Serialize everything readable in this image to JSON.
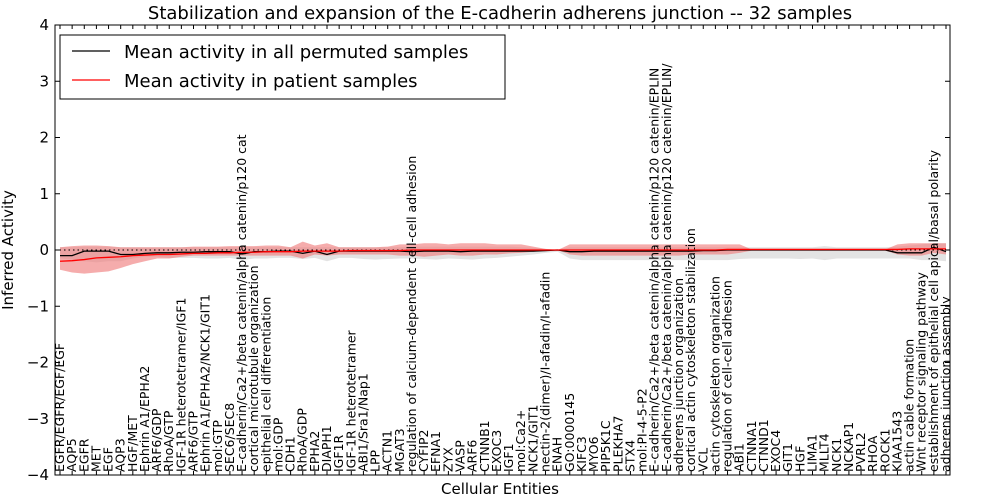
{
  "chart_data": {
    "type": "line",
    "title": "Stabilization and expansion of the E-cadherin adherens junction -- 32 samples",
    "xlabel": "Cellular Entities",
    "ylabel": "Inferred Activity",
    "ylim": [
      -4,
      4
    ],
    "yticks": [
      "-4",
      "-3",
      "-2",
      "-1",
      "0",
      "1",
      "2",
      "3",
      "4"
    ],
    "legend_placement": "top-left",
    "grid": false,
    "colors": {
      "permuted": "#000000",
      "patient": "#ff0000",
      "permuted_band": "#d9d9d9",
      "patient_band": "#f08080"
    },
    "categories": [
      "EGFR/EGFR/EGF/EGF",
      "AQP5",
      "EGFR",
      "MET",
      "EGF",
      "AQP3",
      "HGF/MET",
      "Ephrin A1/EPHA2",
      "ARF6/GDP",
      "RhoA/GTP",
      "IGF-1R heterotetramer/IGF1",
      "ARF6/GTP",
      "Ephrin A1/EPHA2/NCK1/GIT1",
      "mol:GTP",
      "SEC6/SEC8",
      "E-cadherin/Ca2+/beta catenin/alpha catenin/p120 cat",
      "cortical microtubule organization",
      "epithelial cell differentiation",
      "mol:GDP",
      "CDH1",
      "RhoA/GDP",
      "EPHA2",
      "DIAPH1",
      "IGF1R",
      "IGF-1R heterotetramer",
      "ABI1/Sra1/Nap1",
      "LPP",
      "ACTN1",
      "MGAT3",
      "regulation of calcium-dependent cell-cell adhesion",
      "CYFIP2",
      "EFNA1",
      "ZYX",
      "VASP",
      "ARF6",
      "CTNNB1",
      "EXOC3",
      "IGF1",
      "mol:Ca2+",
      "NCK1/GIT1",
      "nectin-2(dimer)/I-afadin/I-afadin",
      "ENAH",
      "GO:0000145",
      "KIFC3",
      "MYO6",
      "PIP5K1C",
      "PLEKHA7",
      "STX4",
      "mol:PI-4-5-P2",
      "E-cadherin/Ca2+/beta catenin/alpha catenin/p120 catenin/EPLIN",
      "E-cadherin/Ca2+/beta catenin/alpha catenin/p120 catenin/EPLIN/",
      "adherens junction organization",
      "cortical actin cytoskeleton stabilization",
      "VCL",
      "actin cytoskeleton organization",
      "regulation of cell-cell adhesion",
      "ABI1",
      "CTNNA1",
      "CTNND1",
      "EXOC4",
      "GIT1",
      "HGF",
      "LIMA1",
      "MLLT4",
      "NCK1",
      "NCKAP1",
      "PVRL2",
      "RHOA",
      "ROCK1",
      "KIAA1543",
      "actin cable formation",
      "Wnt receptor signaling pathway",
      "establishment of epithelial cell apical/basal polarity",
      "adherens junction assembly"
    ],
    "series": [
      {
        "name": "Mean activity in all permuted samples",
        "values": [
          -0.1,
          -0.1,
          -0.02,
          -0.02,
          -0.02,
          -0.08,
          -0.08,
          -0.06,
          -0.05,
          -0.05,
          -0.04,
          -0.04,
          -0.03,
          -0.03,
          -0.03,
          -0.07,
          -0.03,
          -0.03,
          -0.02,
          -0.02,
          -0.06,
          -0.02,
          -0.08,
          -0.02,
          -0.02,
          -0.02,
          -0.02,
          -0.02,
          -0.02,
          -0.03,
          -0.02,
          -0.02,
          -0.02,
          -0.03,
          -0.02,
          -0.02,
          -0.02,
          -0.02,
          -0.02,
          -0.02,
          -0.01,
          0.0,
          -0.03,
          -0.03,
          -0.02,
          -0.02,
          -0.02,
          -0.02,
          -0.02,
          -0.02,
          -0.02,
          -0.02,
          -0.02,
          -0.01,
          -0.01,
          0,
          0,
          0,
          0,
          0,
          0,
          0,
          0,
          0,
          0,
          0,
          0,
          0,
          0,
          -0.05,
          -0.05,
          -0.05,
          0.05,
          -0.03
        ],
        "upper": [
          0.05,
          0.05,
          0.06,
          0.06,
          0.06,
          0.05,
          0.05,
          0.05,
          0.05,
          0.05,
          0.05,
          0.05,
          0.05,
          0.05,
          0.05,
          0.05,
          0.05,
          0.05,
          0.05,
          0.05,
          0.05,
          0.05,
          0.05,
          0.05,
          0.05,
          0.05,
          0.05,
          0.05,
          0.05,
          0.06,
          0.06,
          0.06,
          0.06,
          0.06,
          0.06,
          0.06,
          0.06,
          0.06,
          0.05,
          0.04,
          0.02,
          0.01,
          0.05,
          0.05,
          0.05,
          0.05,
          0.05,
          0.05,
          0.05,
          0.05,
          0.05,
          0.05,
          0.05,
          0.05,
          0.05,
          0.05,
          0.05,
          0.05,
          0.05,
          0.05,
          0.05,
          0.05,
          0.05,
          0.07,
          0.05,
          0.05,
          0.05,
          0.05,
          0.05,
          0.06,
          0.08,
          0.1,
          0.12,
          0.12
        ],
        "lower": [
          -0.15,
          -0.17,
          -0.2,
          -0.22,
          -0.2,
          -0.2,
          -0.15,
          -0.12,
          -0.12,
          -0.14,
          -0.14,
          -0.14,
          -0.15,
          -0.15,
          -0.14,
          -0.18,
          -0.15,
          -0.15,
          -0.14,
          -0.14,
          -0.16,
          -0.14,
          -0.2,
          -0.14,
          -0.14,
          -0.16,
          -0.17,
          -0.16,
          -0.15,
          -0.15,
          -0.16,
          -0.17,
          -0.15,
          -0.16,
          -0.17,
          -0.15,
          -0.14,
          -0.12,
          -0.1,
          -0.08,
          -0.05,
          -0.03,
          -0.15,
          -0.18,
          -0.18,
          -0.18,
          -0.18,
          -0.18,
          -0.18,
          -0.18,
          -0.18,
          -0.18,
          -0.18,
          -0.18,
          -0.18,
          -0.18,
          -0.16,
          -0.15,
          -0.15,
          -0.15,
          -0.15,
          -0.16,
          -0.15,
          -0.18,
          -0.15,
          -0.15,
          -0.15,
          -0.15,
          -0.15,
          -0.15,
          -0.15,
          -0.18,
          -0.18,
          -0.2
        ]
      },
      {
        "name": "Mean activity in patient samples",
        "values": [
          -0.2,
          -0.19,
          -0.17,
          -0.14,
          -0.13,
          -0.12,
          -0.1,
          -0.09,
          -0.08,
          -0.08,
          -0.07,
          -0.06,
          -0.06,
          -0.05,
          -0.05,
          -0.04,
          -0.04,
          -0.03,
          -0.03,
          -0.03,
          -0.02,
          -0.02,
          -0.02,
          -0.02,
          -0.01,
          -0.01,
          -0.01,
          -0.01,
          -0.01,
          0,
          0,
          0,
          0,
          0,
          0,
          0,
          0,
          0,
          0,
          0,
          0,
          0,
          0,
          0,
          0,
          0,
          0,
          0,
          0,
          0,
          0,
          0,
          0,
          0,
          0,
          0.01,
          0.01,
          0.01,
          0.01,
          0.01,
          0.01,
          0.01,
          0.01,
          0.01,
          0.01,
          0.01,
          0.01,
          0.01,
          0.01,
          0.01,
          0.02,
          0.02,
          0.02,
          0.02
        ],
        "upper": [
          0.05,
          0.07,
          0.08,
          0.08,
          0.07,
          0.05,
          0.05,
          0.05,
          0.05,
          0.05,
          0.05,
          0.06,
          0.06,
          0.06,
          0.07,
          0.07,
          0.07,
          0.08,
          0.08,
          0.05,
          0.15,
          0.08,
          0.12,
          0.05,
          0.05,
          0.05,
          0.05,
          0.06,
          0.1,
          0.1,
          0.12,
          0.12,
          0.1,
          0.12,
          0.12,
          0.12,
          0.1,
          0.1,
          0.1,
          0.06,
          0.02,
          0.0,
          0.1,
          0.1,
          0.1,
          0.1,
          0.1,
          0.1,
          0.1,
          0.1,
          0.1,
          0.1,
          0.1,
          0.1,
          0.1,
          0.1,
          0.1,
          0.01,
          0.01,
          0.01,
          0.01,
          0.01,
          0.01,
          0.01,
          0.01,
          0.01,
          0.01,
          0.01,
          0.01,
          0.1,
          0.12,
          0.12,
          0.12,
          0.12
        ],
        "lower": [
          -0.35,
          -0.4,
          -0.42,
          -0.4,
          -0.38,
          -0.32,
          -0.25,
          -0.2,
          -0.15,
          -0.15,
          -0.12,
          -0.1,
          -0.1,
          -0.1,
          -0.1,
          -0.1,
          -0.1,
          -0.1,
          -0.1,
          -0.1,
          -0.15,
          -0.08,
          -0.1,
          -0.08,
          -0.08,
          -0.08,
          -0.08,
          -0.08,
          -0.1,
          -0.1,
          -0.12,
          -0.1,
          -0.08,
          -0.1,
          -0.1,
          -0.08,
          -0.08,
          -0.06,
          -0.05,
          -0.03,
          -0.01,
          0.0,
          -0.08,
          -0.1,
          -0.1,
          -0.1,
          -0.1,
          -0.1,
          -0.1,
          -0.1,
          -0.1,
          -0.1,
          -0.08,
          -0.08,
          -0.08,
          -0.08,
          -0.05,
          -0.01,
          -0.01,
          -0.01,
          -0.01,
          -0.01,
          -0.01,
          -0.01,
          -0.01,
          -0.01,
          -0.01,
          -0.01,
          -0.01,
          -0.08,
          -0.1,
          -0.1,
          -0.05,
          -0.08
        ]
      }
    ]
  }
}
